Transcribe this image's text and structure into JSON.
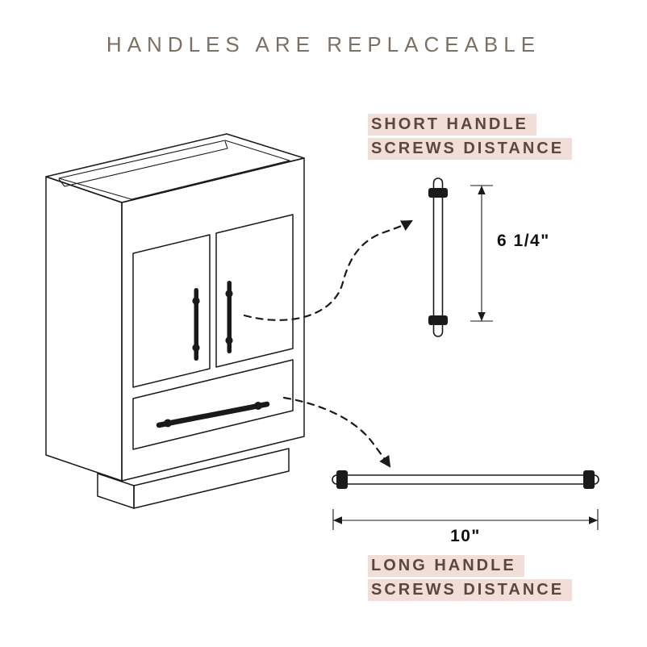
{
  "title": "HANDLES ARE REPLACEABLE",
  "callouts": {
    "short_handle": {
      "label_line1": "SHORT HANDLE",
      "label_line2": "SCREWS DISTANCE",
      "dimension": "6 1/4\""
    },
    "long_handle": {
      "label_line1": "LONG HANDLE",
      "label_line2": "SCREWS DISTANCE",
      "dimension": "10\""
    }
  },
  "colors": {
    "background": "#ffffff",
    "title_text": "#7c7065",
    "label_text": "#5e463c",
    "label_highlight": "#f1ded9",
    "line_art": "#1a1a1a",
    "dimension_text": "#101010"
  }
}
